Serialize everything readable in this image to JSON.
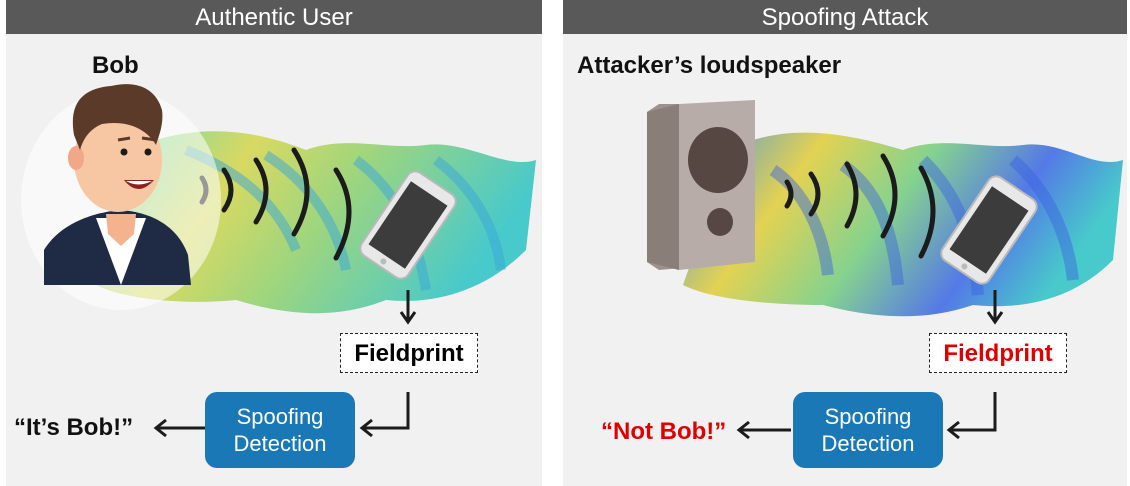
{
  "left_panel": {
    "header": "Authentic User",
    "speaker_label": "Bob",
    "fieldprint_label": "Fieldprint",
    "detection_label_line1": "Spoofing",
    "detection_label_line2": "Detection",
    "result_label": "“It’s Bob!”"
  },
  "right_panel": {
    "header": "Spoofing Attack",
    "speaker_label": "Attacker’s loudspeaker",
    "fieldprint_label": "Fieldprint",
    "detection_label_line1": "Spoofing",
    "detection_label_line2": "Detection",
    "result_label": "“Not Bob!”"
  },
  "colors": {
    "header_bg": "#595959",
    "panel_bg": "#f1f1f1",
    "detection_box": "#1b78b6",
    "alert_red": "#e00000",
    "text_dark": "#111111"
  }
}
